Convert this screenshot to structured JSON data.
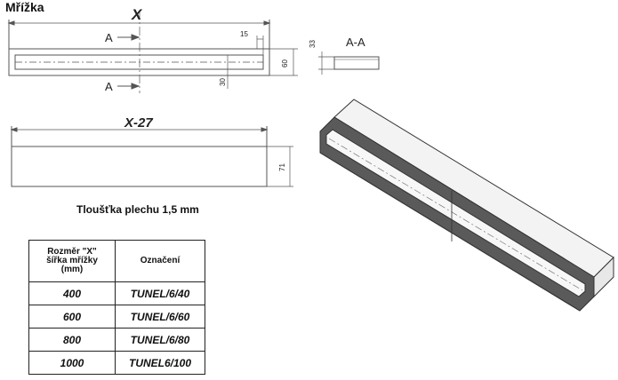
{
  "title": "Mřížka",
  "top_view": {
    "dim_x": "X",
    "section_mark_top": "A",
    "section_mark_bottom": "A",
    "dim_15": "15",
    "dim_60": "60",
    "dim_30": "30"
  },
  "section": {
    "label": "A-A",
    "dim_33": "33"
  },
  "side_view": {
    "dim_x27": "X-27",
    "dim_71": "71"
  },
  "thickness_note": "Tloušťka plechu 1,5 mm",
  "table": {
    "header_col1_lines": [
      "Rozměr \"X\"",
      "šířka mřížky",
      "(mm)"
    ],
    "header_col2": "Označení",
    "rows": [
      {
        "size": "400",
        "code": "TUNEL/6/40"
      },
      {
        "size": "600",
        "code": "TUNEL/6/60"
      },
      {
        "size": "800",
        "code": "TUNEL/6/80"
      },
      {
        "size": "1000",
        "code": "TUNEL6/100"
      }
    ]
  }
}
